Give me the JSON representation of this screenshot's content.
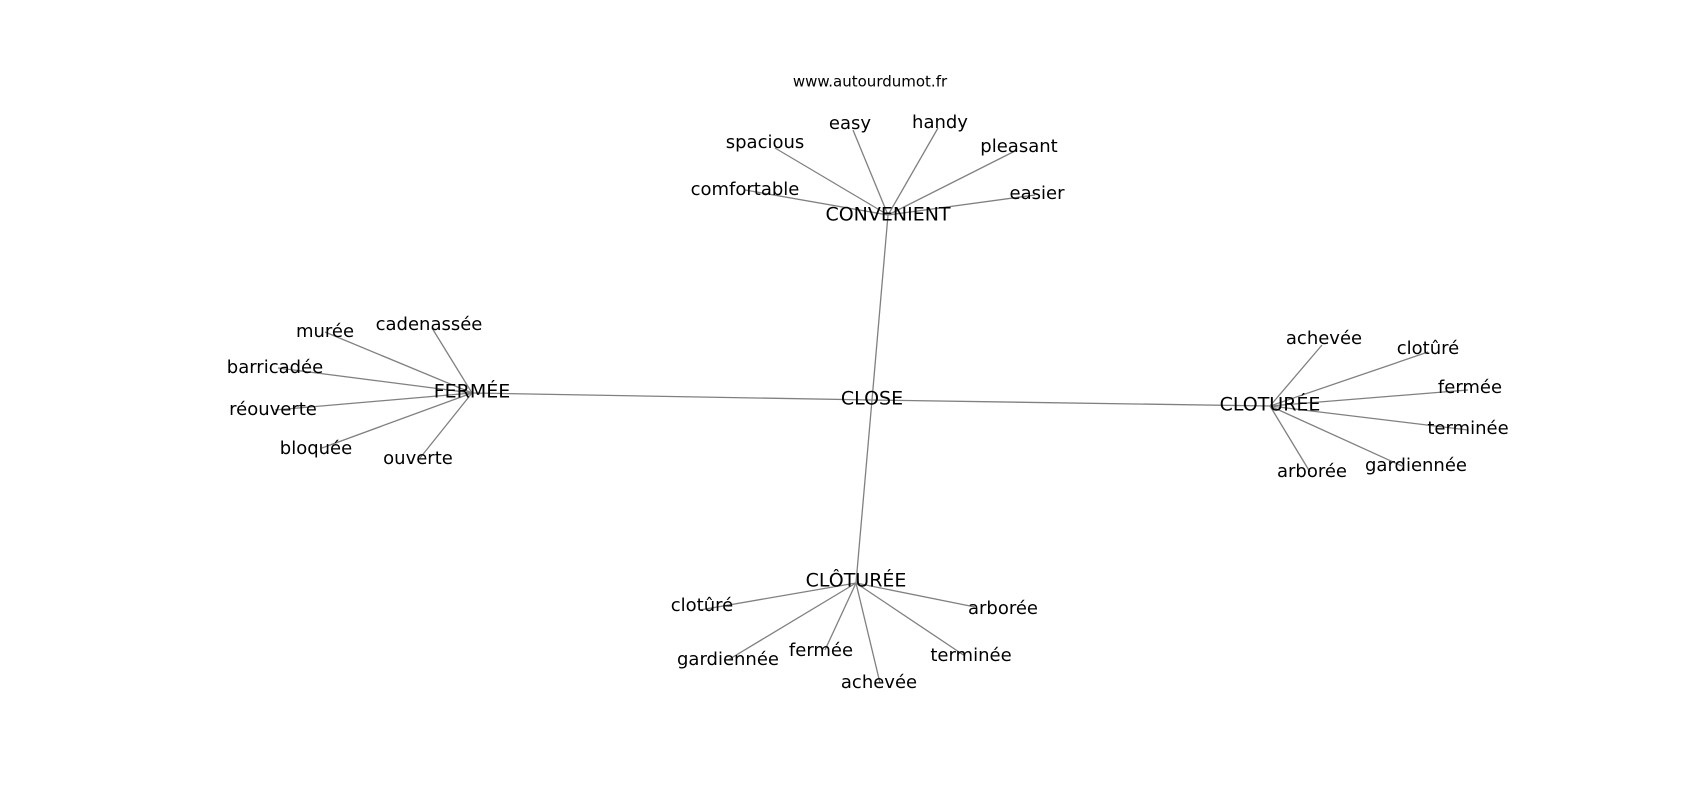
{
  "watermark": "www.autourdumot.fr",
  "center": "CLOSE",
  "hubs": {
    "convenient": {
      "label": "CONVENIENT",
      "leaves": [
        "comfortable",
        "spacious",
        "easy",
        "handy",
        "pleasant",
        "easier"
      ]
    },
    "fermee": {
      "label": "FERMÉE",
      "leaves": [
        "murée",
        "cadenassée",
        "barricadée",
        "réouverte",
        "bloquée",
        "ouverte"
      ]
    },
    "cloturee": {
      "label": "CLOTURÉE",
      "leaves": [
        "achevée",
        "clotûré",
        "fermée",
        "terminée",
        "gardiennée",
        "arborée"
      ]
    },
    "cloturee_circ": {
      "label": "CLÔTURÉE",
      "leaves": [
        "clotûré",
        "gardiennée",
        "fermée",
        "achevée",
        "terminée",
        "arborée"
      ]
    }
  }
}
